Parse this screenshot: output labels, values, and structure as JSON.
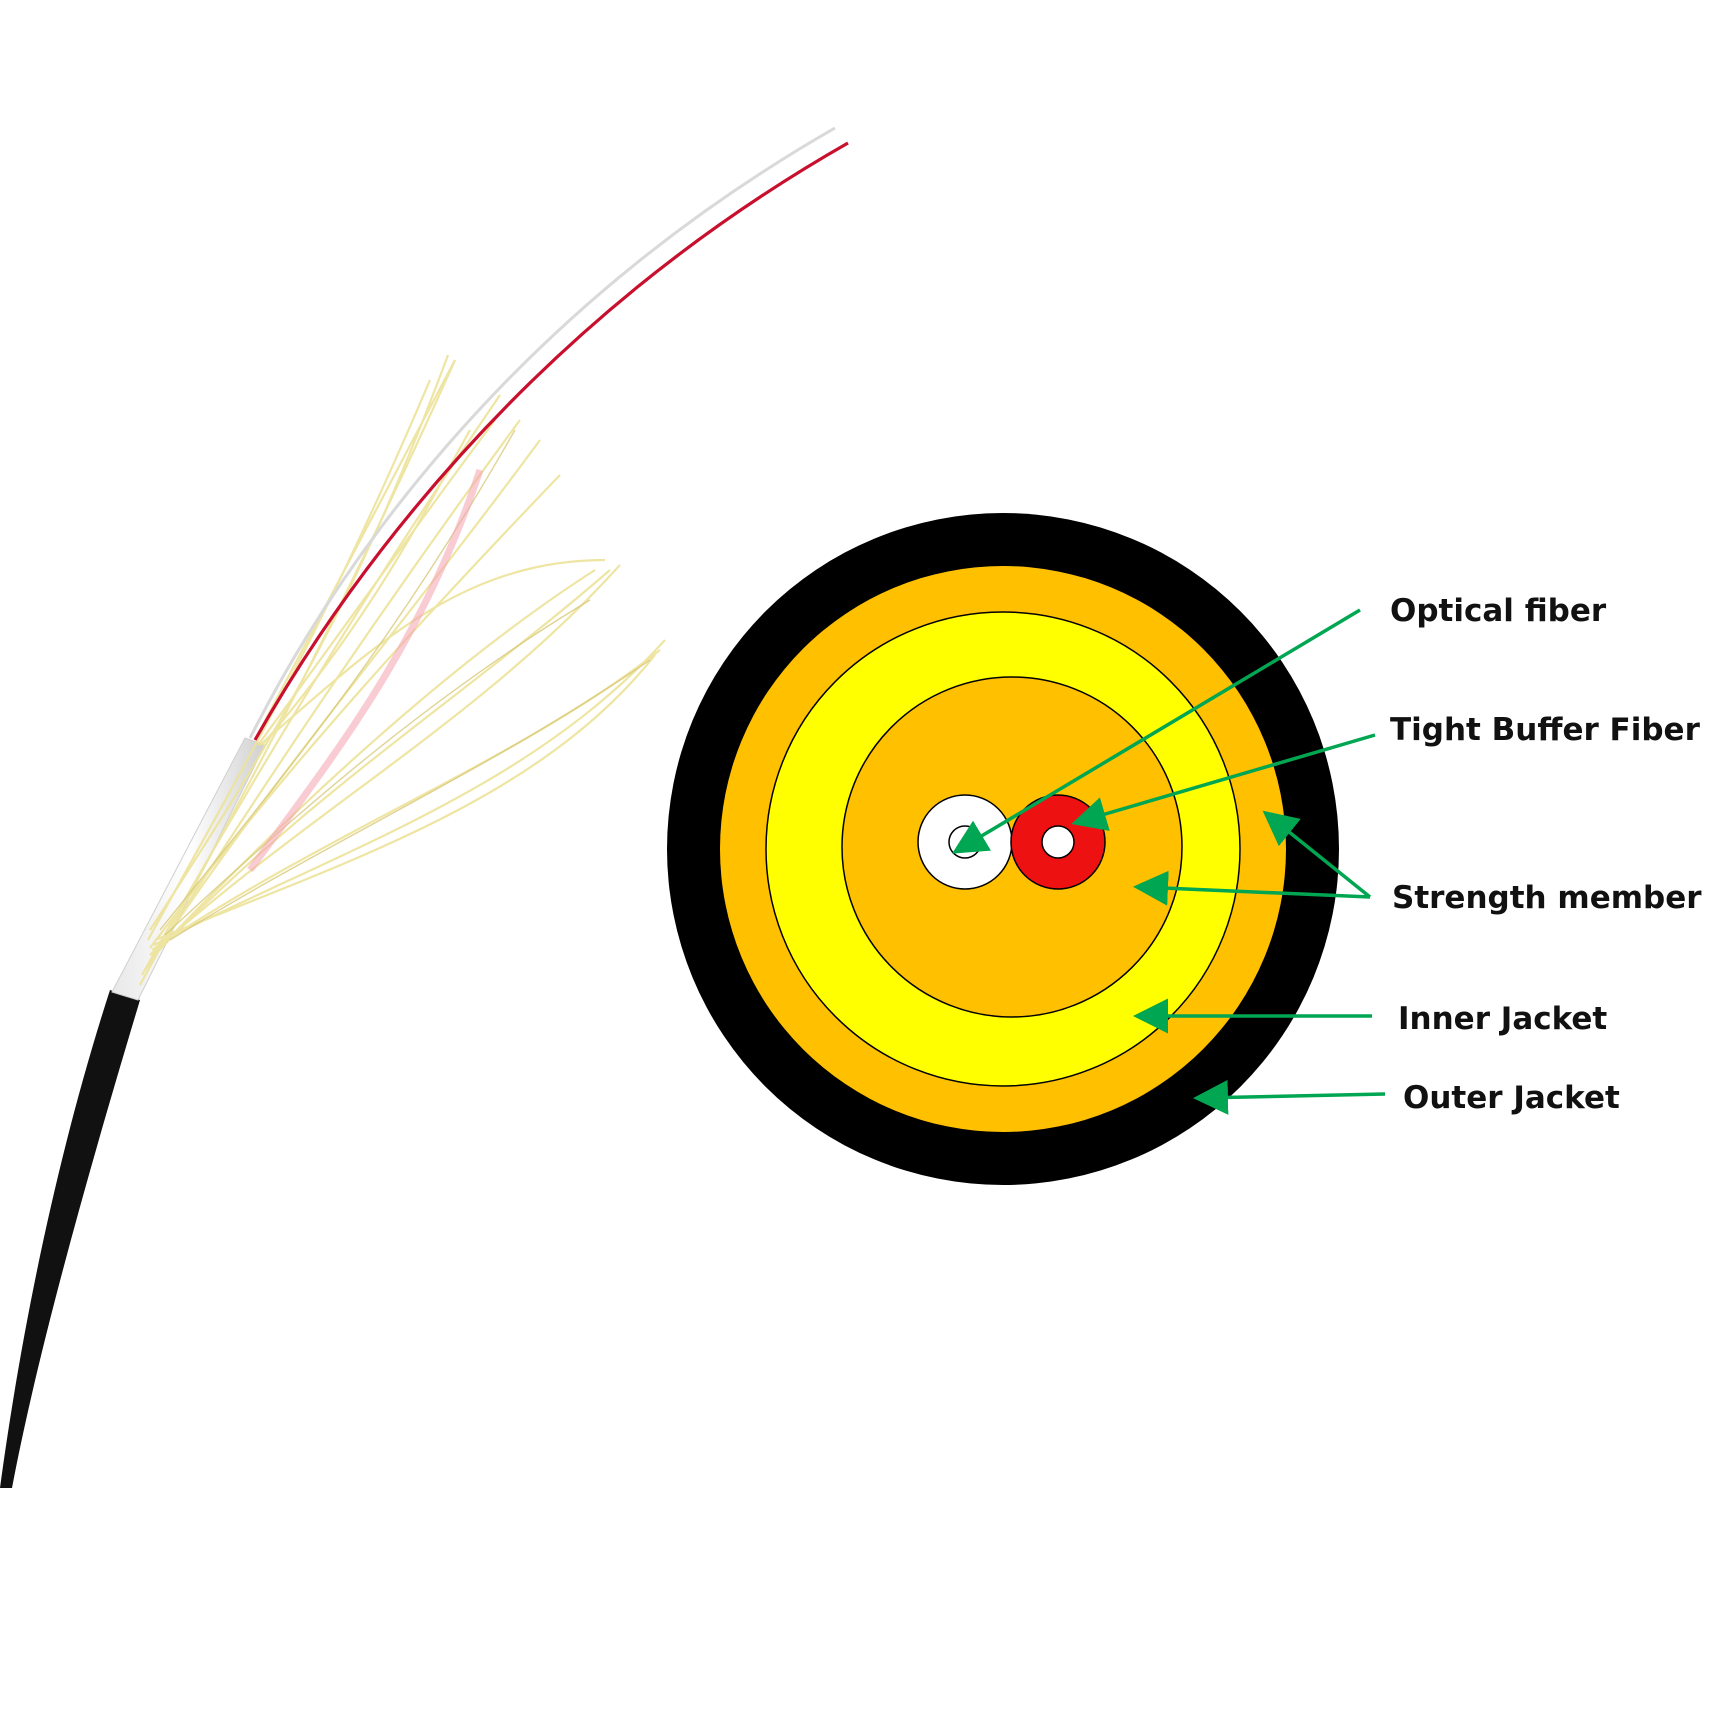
{
  "labels": {
    "optical_fiber": "Optical fiber",
    "tight_buffer_fiber": "Tight Buffer Fiber",
    "strength_member": "Strength member",
    "inner_jacket": "Inner Jacket",
    "outer_jacket": "Outer Jacket"
  },
  "colors": {
    "outer_jacket": "#000000",
    "strength_orange": "#FFC000",
    "inner_jacket_yellow": "#FFFF00",
    "fiber_red": "#EE1111",
    "fiber_white": "#FFFFFF",
    "arrow_green": "#00A651",
    "aramid_yarn": "#EFE6A0",
    "cable_black": "#111111"
  },
  "photo": {
    "description_icon": "cable-photo-illustration"
  }
}
